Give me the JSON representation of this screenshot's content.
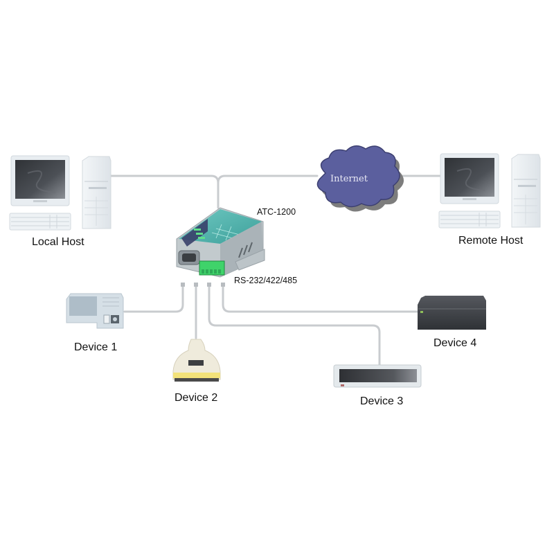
{
  "diagram": {
    "nodes": {
      "local_host": {
        "label": "Local Host"
      },
      "remote_host": {
        "label": "Remote Host"
      },
      "internet": {
        "label": "Internet"
      },
      "converter": {
        "label": "ATC-1200",
        "interface_label": "RS-232/422/485"
      },
      "device_1": {
        "label": "Device 1"
      },
      "device_2": {
        "label": "Device 2"
      },
      "device_3": {
        "label": "Device 3"
      },
      "device_4": {
        "label": "Device 4"
      }
    },
    "edges": [
      {
        "from": "local_host",
        "to": "converter"
      },
      {
        "from": "converter",
        "to": "internet"
      },
      {
        "from": "internet",
        "to": "remote_host"
      },
      {
        "from": "converter",
        "to": "device_1"
      },
      {
        "from": "converter",
        "to": "device_2"
      },
      {
        "from": "converter",
        "to": "device_3"
      },
      {
        "from": "converter",
        "to": "device_4"
      }
    ],
    "colors": {
      "cable": "#c9cccf",
      "cloud_fill": "#5b5f9e",
      "cloud_shadow": "#7a7a7a",
      "converter_body": "#b9c2c6",
      "converter_panel": "#4fb6b0",
      "terminal_green": "#3fd36a",
      "computer_body": "#e9eef2",
      "screen": "#4a4d52",
      "device4_body": "#3c3f44",
      "device2_band": "#f3e27a"
    }
  }
}
